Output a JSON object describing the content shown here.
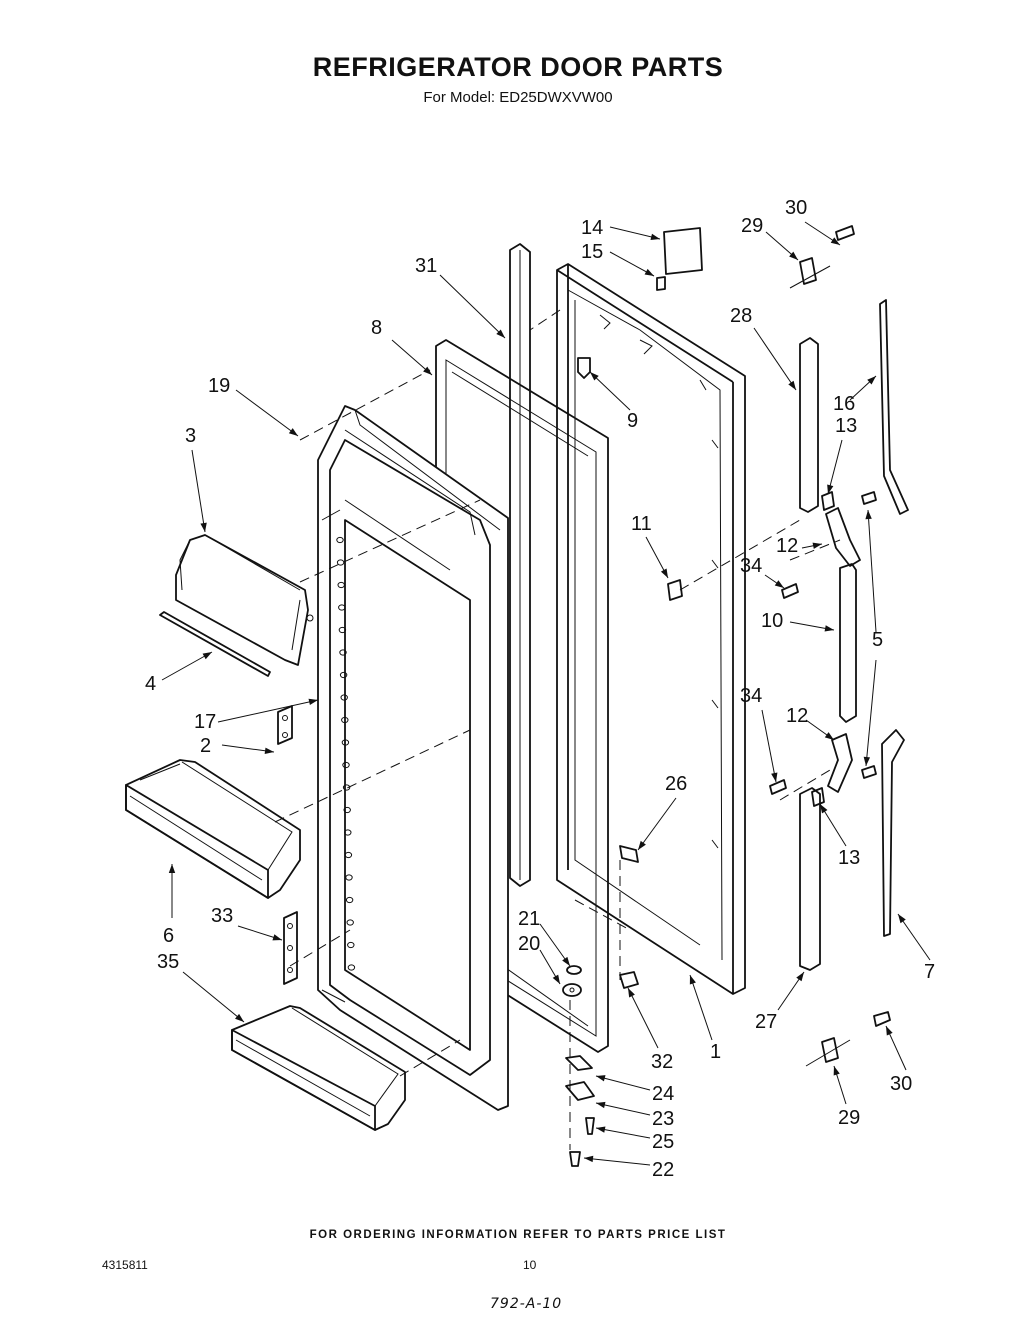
{
  "header": {
    "title": "REFRIGERATOR DOOR PARTS",
    "subtitle": "For Model: ED25DWXVW00"
  },
  "footer": {
    "note": "FOR ORDERING INFORMATION REFER TO PARTS PRICE LIST",
    "doc_number": "4315811",
    "page_number": "10",
    "handwritten": "792-A-10"
  },
  "callouts": [
    {
      "id": "c31",
      "label": "31"
    },
    {
      "id": "c8",
      "label": "8"
    },
    {
      "id": "c19",
      "label": "19"
    },
    {
      "id": "c3",
      "label": "3"
    },
    {
      "id": "c4",
      "label": "4"
    },
    {
      "id": "c17",
      "label": "17"
    },
    {
      "id": "c2",
      "label": "2"
    },
    {
      "id": "c6",
      "label": "6"
    },
    {
      "id": "c33",
      "label": "33"
    },
    {
      "id": "c35",
      "label": "35"
    },
    {
      "id": "c14",
      "label": "14"
    },
    {
      "id": "c15",
      "label": "15"
    },
    {
      "id": "c9",
      "label": "9"
    },
    {
      "id": "c11",
      "label": "11"
    },
    {
      "id": "c26",
      "label": "26"
    },
    {
      "id": "c21",
      "label": "21"
    },
    {
      "id": "c20",
      "label": "20"
    },
    {
      "id": "c32",
      "label": "32"
    },
    {
      "id": "c1",
      "label": "1"
    },
    {
      "id": "c24",
      "label": "24"
    },
    {
      "id": "c23",
      "label": "23"
    },
    {
      "id": "c25",
      "label": "25"
    },
    {
      "id": "c22",
      "label": "22"
    },
    {
      "id": "c29a",
      "label": "29"
    },
    {
      "id": "c30a",
      "label": "30"
    },
    {
      "id": "c28",
      "label": "28"
    },
    {
      "id": "c16",
      "label": "16"
    },
    {
      "id": "c13a",
      "label": "13"
    },
    {
      "id": "c12a",
      "label": "12"
    },
    {
      "id": "c34a",
      "label": "34"
    },
    {
      "id": "c10",
      "label": "10"
    },
    {
      "id": "c5",
      "label": "5"
    },
    {
      "id": "c34b",
      "label": "34"
    },
    {
      "id": "c12b",
      "label": "12"
    },
    {
      "id": "c13b",
      "label": "13"
    },
    {
      "id": "c27",
      "label": "27"
    },
    {
      "id": "c7",
      "label": "7"
    },
    {
      "id": "c30b",
      "label": "30"
    },
    {
      "id": "c29b",
      "label": "29"
    }
  ]
}
